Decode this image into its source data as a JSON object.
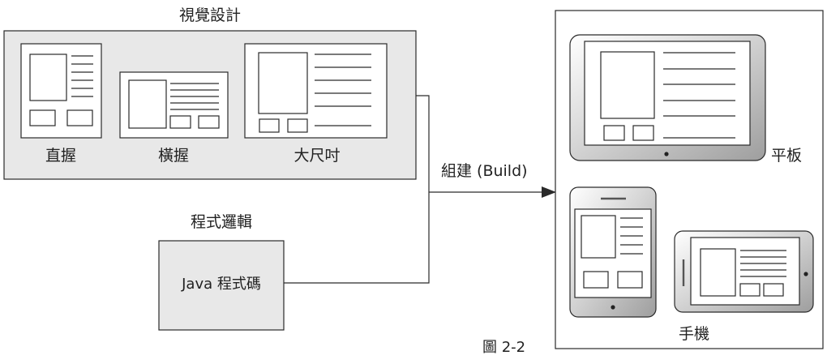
{
  "visual_design": {
    "title": "視覺設計",
    "layouts": [
      {
        "label": "直握"
      },
      {
        "label": "橫握"
      },
      {
        "label": "大尺吋"
      }
    ]
  },
  "program_logic": {
    "title": "程式邏輯",
    "code_label": "Java 程式碼"
  },
  "build_label": "組建 (Build)",
  "devices": {
    "tablet_label": "平板",
    "phone_label": "手機"
  },
  "figure_caption": "圖 2-2",
  "colors": {
    "panel_fill": "#e8e8e8",
    "stroke": "#2a2a2a",
    "background": "#ffffff"
  }
}
